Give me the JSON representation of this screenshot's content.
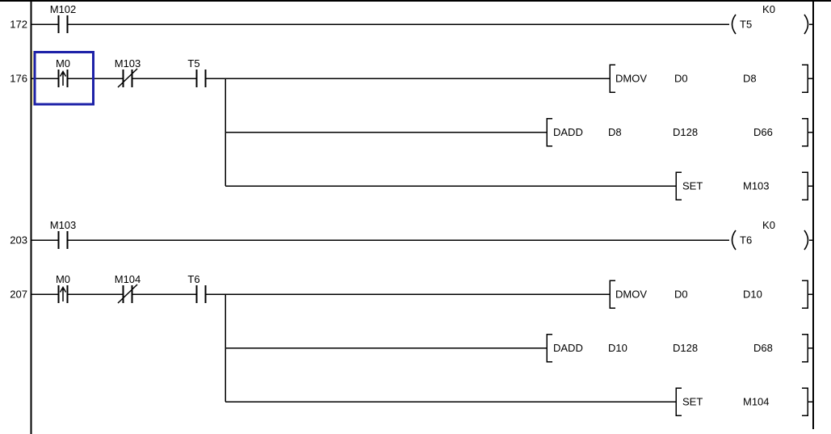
{
  "editor": {
    "background_color": "#ffffff",
    "line_color": "#000000",
    "cursor_color": "#1e22a8",
    "rail_highlight_color": "#fff6b8"
  },
  "rungs": [
    {
      "step": "172",
      "contacts": [
        {
          "label": "M102",
          "type": "normally-open"
        }
      ],
      "coil": {
        "label": "T5",
        "preset": "K0"
      }
    },
    {
      "step": "176",
      "contacts": [
        {
          "label": "M0",
          "type": "rising-edge"
        },
        {
          "label": "M103",
          "type": "normally-closed"
        },
        {
          "label": "T5",
          "type": "normally-open"
        }
      ],
      "instructions": [
        {
          "mnemonic": "DMOV",
          "operands": [
            "D0",
            "D8"
          ]
        },
        {
          "mnemonic": "DADD",
          "operands": [
            "D8",
            "D128",
            "D66"
          ]
        },
        {
          "mnemonic": "SET",
          "operands": [
            "M103"
          ]
        }
      ]
    },
    {
      "step": "203",
      "contacts": [
        {
          "label": "M103",
          "type": "normally-open"
        }
      ],
      "coil": {
        "label": "T6",
        "preset": "K0"
      }
    },
    {
      "step": "207",
      "contacts": [
        {
          "label": "M0",
          "type": "rising-edge"
        },
        {
          "label": "M104",
          "type": "normally-closed"
        },
        {
          "label": "T6",
          "type": "normally-open"
        }
      ],
      "instructions": [
        {
          "mnemonic": "DMOV",
          "operands": [
            "D0",
            "D10"
          ]
        },
        {
          "mnemonic": "DADD",
          "operands": [
            "D10",
            "D128",
            "D68"
          ]
        },
        {
          "mnemonic": "SET",
          "operands": [
            "M104"
          ]
        }
      ]
    }
  ]
}
